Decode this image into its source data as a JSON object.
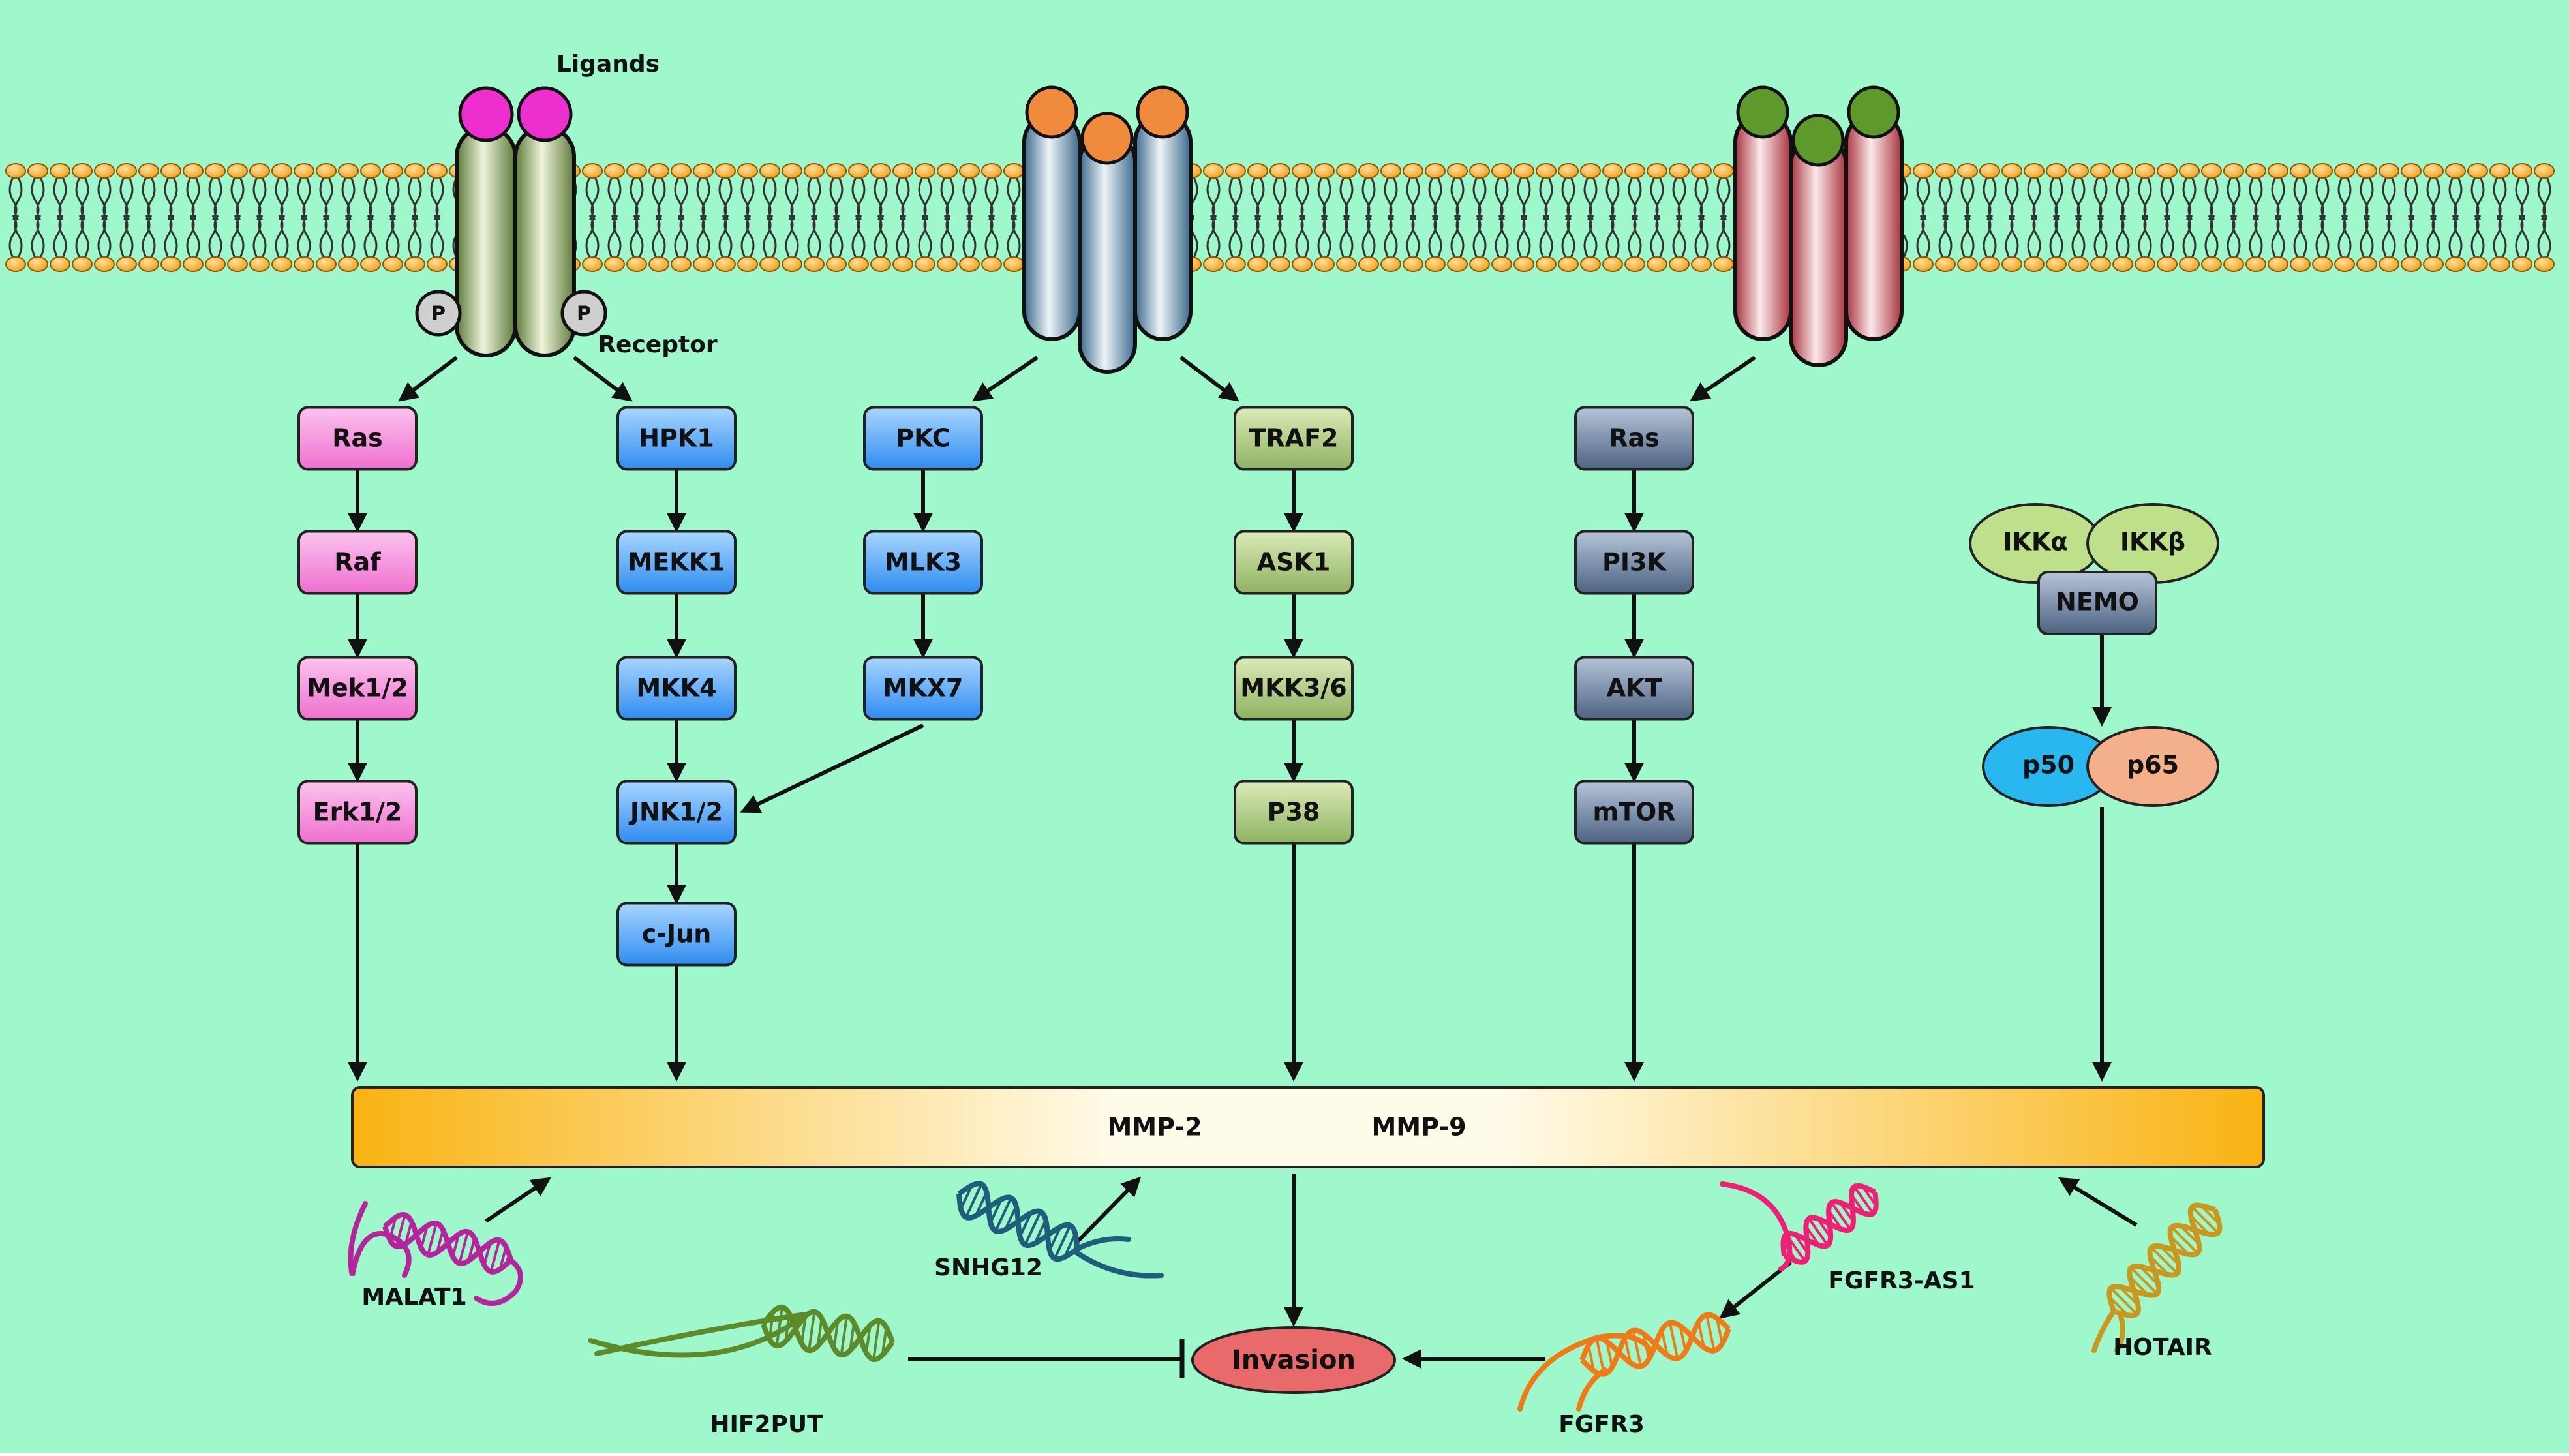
{
  "colors": {
    "background": "#9ff7cc",
    "membrane_head": "#f5a623",
    "pink_node": "#f48fd8",
    "blue_node": "#4aa3f7",
    "green_node": "#a6c27a",
    "slate_node": "#5f7390",
    "ligand": "#ee2fcf",
    "orange_ligand": "#f08a3c",
    "green_ligand": "#5e9a2b",
    "mmp_bar": "#fbbf1b",
    "invasion": "#e86a6a"
  },
  "labels": {
    "ligands": "Ligands",
    "receptor": "Receptor",
    "phospho": "P"
  },
  "pathways": {
    "erk": [
      "Ras",
      "Raf",
      "Mek1/2",
      "Erk1/2"
    ],
    "jnk": [
      "HPK1",
      "MEKK1",
      "MKK4",
      "JNK1/2",
      "c-Jun"
    ],
    "pkc": [
      "PKC",
      "MLK3",
      "MKX7"
    ],
    "p38": [
      "TRAF2",
      "ASK1",
      "MKK3/6",
      "P38"
    ],
    "akt": [
      "Ras",
      "PI3K",
      "AKT",
      "mTOR"
    ]
  },
  "nfkb": {
    "ikka": "IKKα",
    "ikkb": "IKKβ",
    "nemo": "NEMO",
    "p50": "p50",
    "p65": "p65"
  },
  "mmp": {
    "mmp2": "MMP-2",
    "mmp9": "MMP-9"
  },
  "invasion": "Invasion",
  "lncrnas": {
    "malat1": "MALAT1",
    "snhg12": "SNHG12",
    "fgfr3_as1": "FGFR3-AS1",
    "hotair": "HOTAIR",
    "hif2put": "HIF2PUT",
    "fgfr3": "FGFR3"
  }
}
